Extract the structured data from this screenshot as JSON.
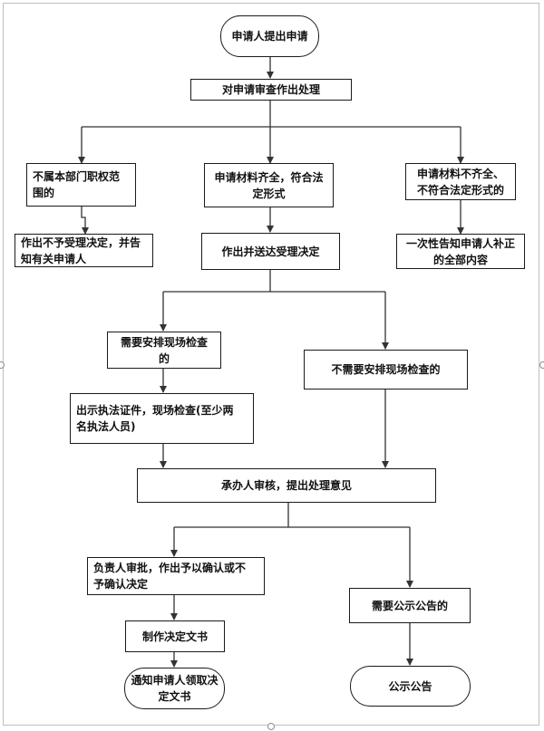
{
  "nodes": {
    "start": "申请人提出申请",
    "review": "对申请审查作出处理",
    "out_of_scope": "不属本部门职权范\n围的",
    "complete": "申请材料齐全，符合法\n定形式",
    "incomplete": "申请材料不齐全、\n不符合法定形式的",
    "reject_notice": "作出不予受理决定，并告\n知有关申请人",
    "accept": "作出并送达受理决定",
    "notify_supplement": "一次性告知申请人补正\n的全部内容",
    "need_inspection": "需要安排现场检查\n的",
    "no_inspection": "不需要安排现场检查的",
    "show_credentials": "出示执法证件，现场检查(至少两\n名执法人员)",
    "handler_review": "承办人审核，提出处理意见",
    "leader_approval": "负责人审批，作出予以确认或不\n予确认决定",
    "need_publicity": "需要公示公告的",
    "make_document": "制作决定文书",
    "notify_collect": "通知申请人领取决\n定文书",
    "publicity": "公示公告"
  }
}
